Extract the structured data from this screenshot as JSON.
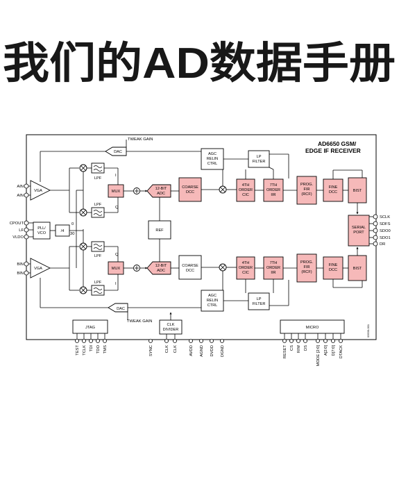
{
  "watermark": "我们的AD数据手册",
  "title": {
    "line1": "AD6650 GSM/",
    "line2": "EDGE IF RECEIVER"
  },
  "tweak_gain": "TWEAK GAIN",
  "blocks": {
    "dac": "DAC",
    "vga": "VGA",
    "lpf": "LPF",
    "mux": "MUX",
    "adc_l1": "12-BIT",
    "adc_l2": "ADC",
    "coarse_l1": "COARSE",
    "coarse_l2": "DCC",
    "agc_l1": "AGC",
    "agc_l2": "RELIN",
    "agc_l3": "CTRL",
    "lpfilt_l1": "LP",
    "lpfilt_l2": "FILTER",
    "cic_l1": "4TH",
    "cic_l2": "ORDER",
    "cic_l3": "CIC",
    "iir_l1": "7TH",
    "iir_l2": "ORDER",
    "iir_l3": "IIR",
    "prog_l1": "PROG.",
    "prog_l2": "FIR",
    "prog_l3": "(RCF)",
    "fine_l1": "FINE",
    "fine_l2": "DCC",
    "bist": "BIST",
    "serial_l1": "SERIAL",
    "serial_l2": "PORT",
    "ref": "REF",
    "pll_l1": "PLL/",
    "pll_l2": "VCO",
    "div4": "/4",
    "div_0": "0",
    "div_30": "30",
    "jtag": "JTAG",
    "clkdiv_l1": "CLK",
    "clkdiv_l2": "DIVIDER",
    "micro": "MICRO",
    "i": "I",
    "q": "Q"
  },
  "left_pins": [
    "AIN",
    "AIN",
    "CPOUT",
    "LF",
    "VLDO",
    "BIN",
    "BIN"
  ],
  "right_pins": [
    "SCLK",
    "SDFS",
    "SDO0",
    "SDO1",
    "DR"
  ],
  "bottom_pins_jtag": [
    "TEST",
    "TCLK",
    "TDI",
    "TDO",
    "TMS"
  ],
  "bottom_pins_mid": [
    "SYNC",
    "CLK",
    "CLK",
    "AVDD",
    "AGND",
    "DVDD",
    "DGND"
  ],
  "bottom_pins_micro": [
    "RESET",
    "CS",
    "R/W",
    "DS",
    "MODE [2:0]",
    "A[2:0]",
    "D[7:0]",
    "DTACK"
  ],
  "figure_id": "03530-001"
}
